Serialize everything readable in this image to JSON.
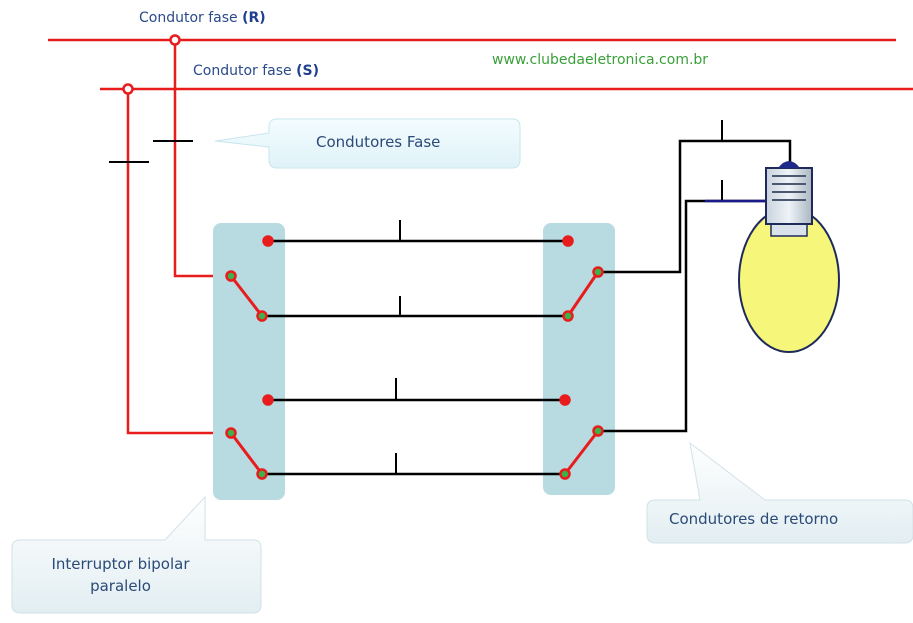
{
  "phase_lines": {
    "r": {
      "prefix": "Condutor fase ",
      "tag": "(R)"
    },
    "s": {
      "prefix": "Condutor fase ",
      "tag": "(S)"
    }
  },
  "website": "www.clubedaeletronica.com.br",
  "callouts": {
    "phase": "Condutores Fase",
    "return": "Condutores de retorno",
    "switch_line1": "Interruptor bipolar",
    "switch_line2": "paralelo"
  },
  "colors": {
    "phase_wire": "#e81c1c",
    "return_wire": "#000000",
    "neutral_wire": "#1a1a8a",
    "switch_body": "#b7dbe0",
    "callout_fill": "#eaf8fc",
    "bulb_glass": "#f6f67a",
    "terminal": "#3bb34a"
  }
}
